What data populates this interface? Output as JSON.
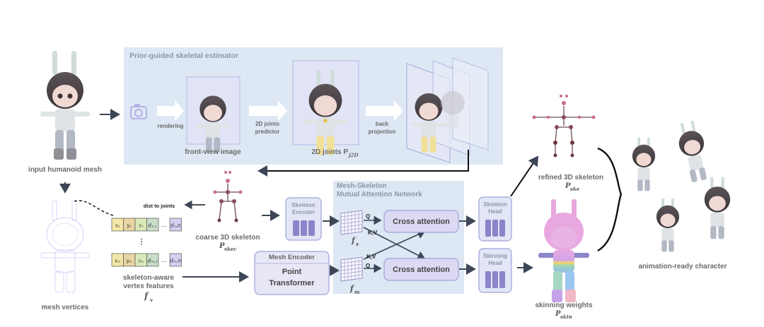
{
  "prior_block": {
    "title": "Prior-guided skeletal estimator",
    "step_rendering": "rendering",
    "step_2d_predictor_line1": "2D joints",
    "step_2d_predictor_line2": "predictor",
    "step_back_projection_line1": "back",
    "step_back_projection_line2": "projection",
    "front_view_label": "front-view image",
    "joints_2d_label": "2D joints P",
    "joints_2d_sub": "j2D"
  },
  "input_mesh_label": "input humanoid mesh",
  "mesh_vertices_label": "mesh vertices",
  "features": {
    "dist_label": "dist to joints",
    "row1": [
      "x₁",
      "y₁",
      "z₁",
      "d₁,₁",
      "d₁,n"
    ],
    "row2": [
      "xₘ",
      "yₘ",
      "zₘ",
      "dₘ,₁",
      "dₘ,n"
    ],
    "ellipsis": "…",
    "vdots": "⋮",
    "caption_line1": "skeleton-aware",
    "caption_line2": "vertex features",
    "symbol": "f",
    "symbol_sub": "v"
  },
  "coarse_skeleton_label": "coarse 3D skeleton",
  "coarse_skeleton_symbol": "P",
  "coarse_skeleton_sub": "skec",
  "skeleton_encoder": {
    "line1": "Skeleton",
    "line2": "Encoder"
  },
  "mesh_encoder": {
    "title": "Mesh Encoder",
    "line1": "Point",
    "line2": "Transformer"
  },
  "attention_network": {
    "title_line1": "Mesh-Skeleton",
    "title_line2": "Mutual Attention Network",
    "cross_attention_top": "Cross attention",
    "cross_attention_bottom": "Cross attention",
    "q_top": "Q",
    "kv_top": "K,V",
    "kv_bottom": "K,V",
    "q_bottom": "Q",
    "fs": "f",
    "fs_sub": "s",
    "fm": "f",
    "fm_sub": "m"
  },
  "skeleton_head": {
    "line1": "Skeleton",
    "line2": "Head"
  },
  "skinning_head": {
    "line1": "Skinning",
    "line2": "Head"
  },
  "refined_skeleton_label": "refined 3D skeleton",
  "refined_skeleton_symbol": "P",
  "refined_skeleton_sub": "ske",
  "skinning_weights_label": "skinning weights",
  "skinning_weights_symbol": "P",
  "skinning_weights_sub": "skin",
  "animation_ready_label": "animation-ready character",
  "colors": {
    "panel_bg": "#dde8f4",
    "box_fill": "#e3e6f6",
    "box_border": "#9ea3d6",
    "bar_fill": "#8a86c9",
    "arrow": "#3d4656"
  }
}
